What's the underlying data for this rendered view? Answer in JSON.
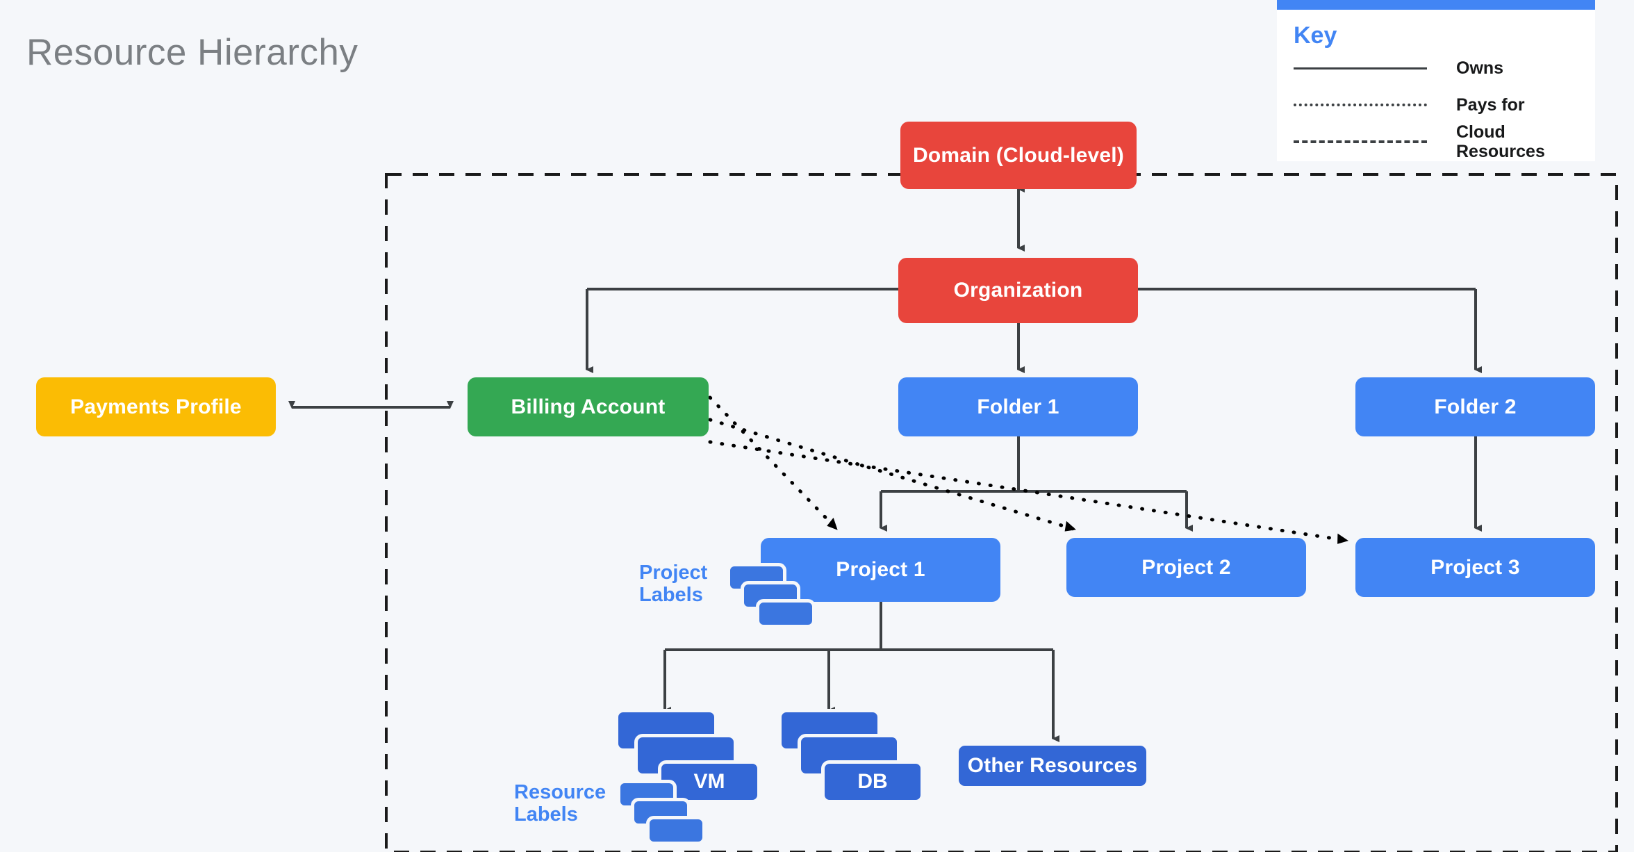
{
  "page": {
    "title": "Resource Hierarchy",
    "background_color": "#f5f7fa"
  },
  "key": {
    "title": "Key",
    "accent_color": "#4285f4",
    "entries": [
      {
        "style": "solid",
        "label": "Owns"
      },
      {
        "style": "dotted",
        "label": "Pays for"
      },
      {
        "style": "dashed",
        "label": "Cloud Resources"
      }
    ]
  },
  "nodes": {
    "domain": {
      "label": "Domain (Cloud-level)",
      "color": "#e8453c"
    },
    "organization": {
      "label": "Organization",
      "color": "#e8453c"
    },
    "payments": {
      "label": "Payments Profile",
      "color": "#fbbc04"
    },
    "billing": {
      "label": "Billing Account",
      "color": "#34a853"
    },
    "folder1": {
      "label": "Folder 1",
      "color": "#4285f4"
    },
    "folder2": {
      "label": "Folder 2",
      "color": "#4285f4"
    },
    "project1": {
      "label": "Project 1",
      "color": "#4285f4"
    },
    "project2": {
      "label": "Project 2",
      "color": "#4285f4"
    },
    "project3": {
      "label": "Project 3",
      "color": "#4285f4"
    },
    "vm": {
      "label": "VM",
      "color": "#3367d6"
    },
    "db": {
      "label": "DB",
      "color": "#3367d6"
    },
    "other": {
      "label": "Other Resources",
      "color": "#3367d6"
    }
  },
  "captions": {
    "project_labels": "Project\nLabels",
    "resource_labels": "Resource\nLabels"
  },
  "boundary": {
    "name": "cloud-resources-boundary",
    "style": "dashed"
  },
  "chart_data": {
    "type": "diagram",
    "title": "Resource Hierarchy",
    "nodes": [
      {
        "id": "domain",
        "label": "Domain (Cloud-level)",
        "color": "#e8453c",
        "level": 0
      },
      {
        "id": "organization",
        "label": "Organization",
        "color": "#e8453c",
        "level": 1
      },
      {
        "id": "payments",
        "label": "Payments Profile",
        "color": "#fbbc04",
        "level": 2
      },
      {
        "id": "billing",
        "label": "Billing Account",
        "color": "#34a853",
        "level": 2
      },
      {
        "id": "folder1",
        "label": "Folder 1",
        "color": "#4285f4",
        "level": 2
      },
      {
        "id": "folder2",
        "label": "Folder 2",
        "color": "#4285f4",
        "level": 2
      },
      {
        "id": "project1",
        "label": "Project 1",
        "color": "#4285f4",
        "level": 3
      },
      {
        "id": "project2",
        "label": "Project 2",
        "color": "#4285f4",
        "level": 3
      },
      {
        "id": "project3",
        "label": "Project 3",
        "color": "#4285f4",
        "level": 3
      },
      {
        "id": "vm",
        "label": "VM",
        "color": "#3367d6",
        "level": 4
      },
      {
        "id": "db",
        "label": "DB",
        "color": "#3367d6",
        "level": 4
      },
      {
        "id": "other",
        "label": "Other Resources",
        "color": "#3367d6",
        "level": 4
      }
    ],
    "edges": [
      {
        "from": "domain",
        "to": "organization",
        "type": "owns",
        "bidirectional": true
      },
      {
        "from": "payments",
        "to": "billing",
        "type": "owns",
        "bidirectional": true
      },
      {
        "from": "organization",
        "to": "billing",
        "type": "owns"
      },
      {
        "from": "organization",
        "to": "folder1",
        "type": "owns"
      },
      {
        "from": "organization",
        "to": "folder2",
        "type": "owns"
      },
      {
        "from": "folder1",
        "to": "project1",
        "type": "owns"
      },
      {
        "from": "folder1",
        "to": "project2",
        "type": "owns"
      },
      {
        "from": "folder2",
        "to": "project3",
        "type": "owns"
      },
      {
        "from": "project1",
        "to": "vm",
        "type": "owns"
      },
      {
        "from": "project1",
        "to": "db",
        "type": "owns"
      },
      {
        "from": "project1",
        "to": "other",
        "type": "owns"
      },
      {
        "from": "billing",
        "to": "project1",
        "type": "pays-for"
      },
      {
        "from": "billing",
        "to": "project2",
        "type": "pays-for"
      },
      {
        "from": "billing",
        "to": "project3",
        "type": "pays-for"
      }
    ],
    "legend": [
      "Owns",
      "Pays for",
      "Cloud Resources"
    ]
  }
}
